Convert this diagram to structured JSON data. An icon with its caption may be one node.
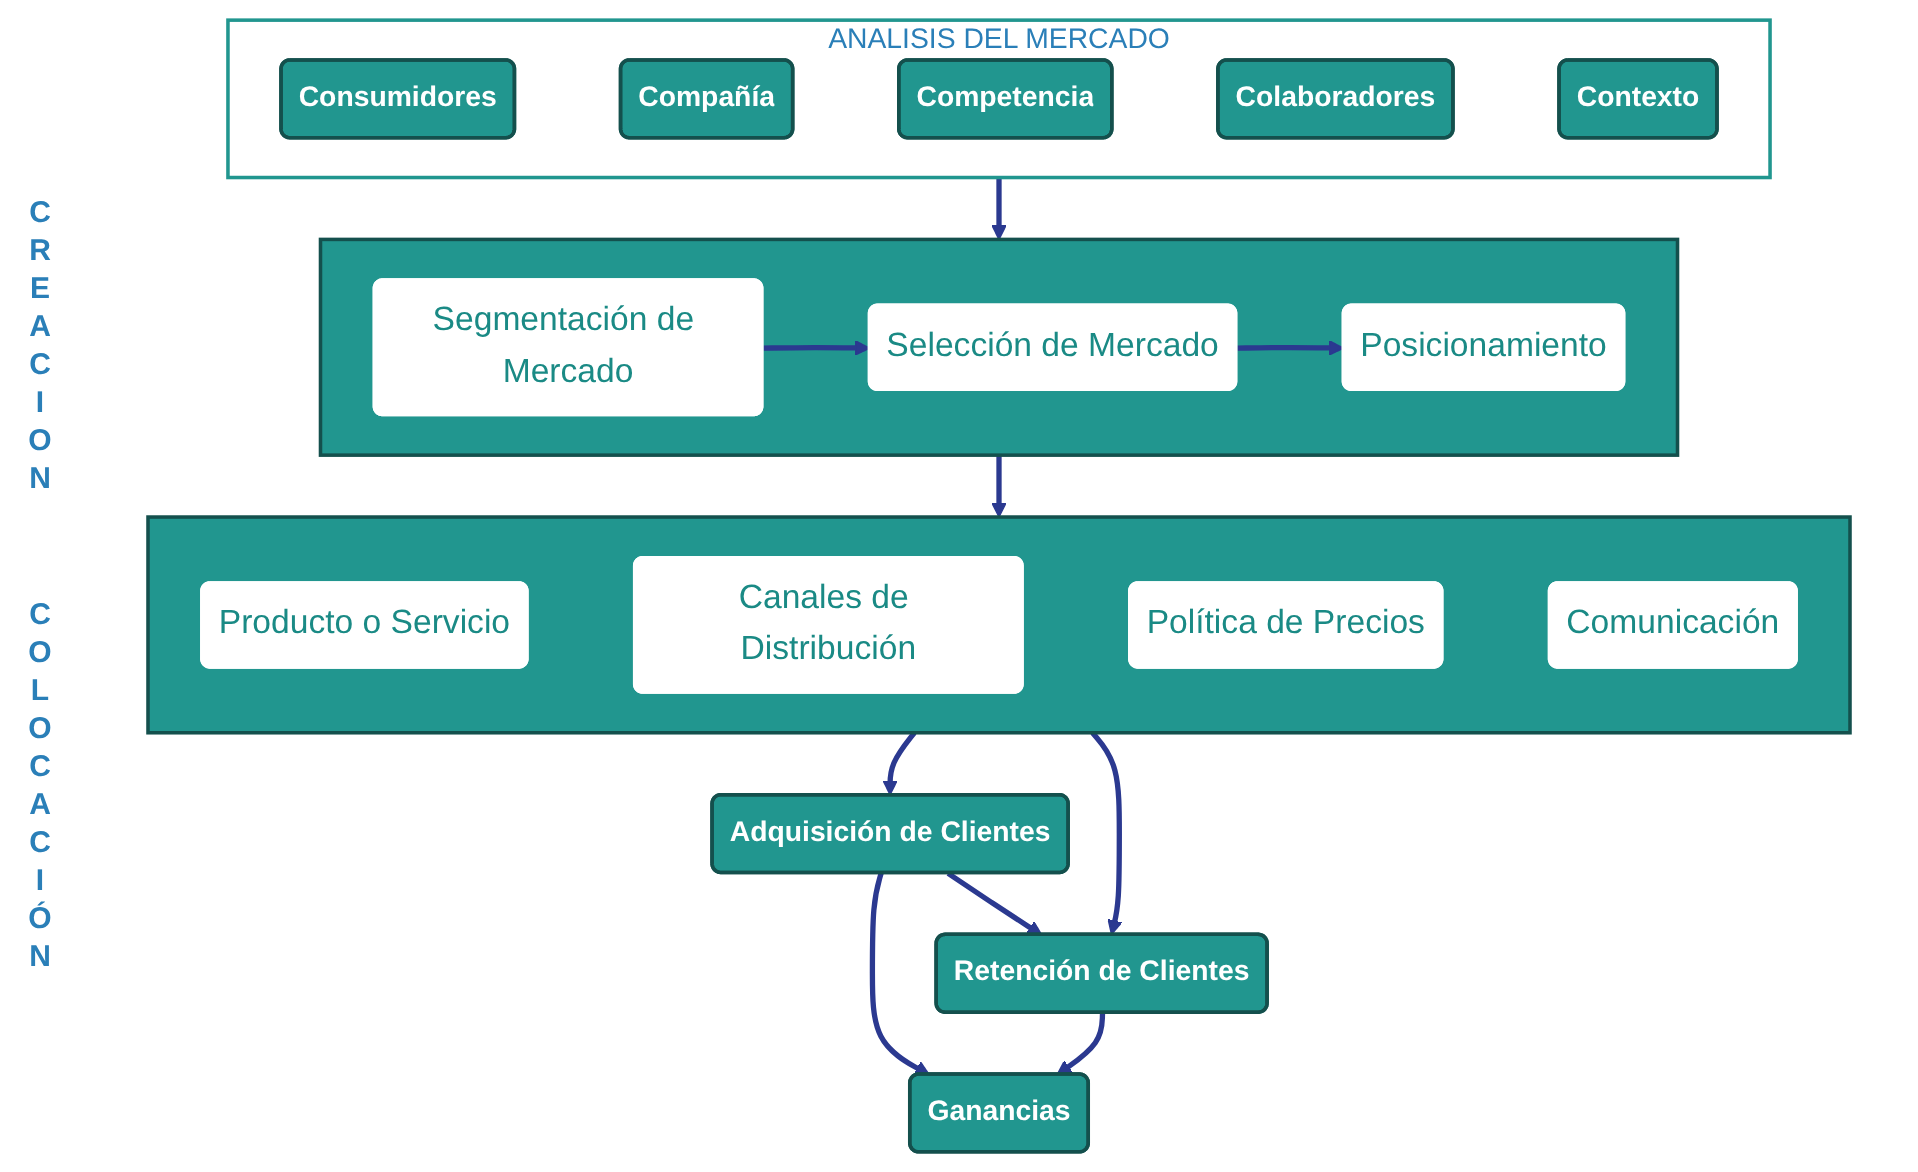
{
  "diagram": {
    "nodes": [
      {
        "text": [
          "ANALISIS DEL MERCADO"
        ]
      },
      {
        "text": [
          "Consumidores"
        ],
        "in": 0
      },
      {
        "text": [
          "Compañía"
        ],
        "in": 0
      },
      {
        "text": [
          "Competencia"
        ],
        "in": 0
      },
      {
        "text": [
          "Colaboradores"
        ],
        "in": 0
      },
      {
        "text": [
          "Contexto"
        ],
        "in": 0
      },
      {
        "text": [],
        "shape": "box"
      },
      {
        "text": [
          "Segmentación de Mercado"
        ],
        "in": 6
      },
      {
        "text": [
          "Selección de Mercado"
        ],
        "in": 6
      },
      {
        "text": [
          "Posicionamiento"
        ],
        "in": 6
      },
      {
        "text": [],
        "shape": "box"
      },
      {
        "text": [
          "Producto o Servicio"
        ],
        "in": 10
      },
      {
        "text": [
          "Canales de Distribución"
        ],
        "in": 10
      },
      {
        "text": [
          "Política de Precios"
        ],
        "in": 10
      },
      {
        "text": [
          "Comunicación"
        ],
        "in": 10
      },
      {
        "text": [
          "Adquisición de Clientes"
        ]
      },
      {
        "text": [
          "Retención de Clientes"
        ]
      },
      {
        "text": [
          "Ganancias"
        ]
      }
    ],
    "edges": [
      {
        "from": 0,
        "to": 6,
        "arrow": "to"
      },
      {
        "from": 7,
        "to": 8,
        "arrow": "to"
      },
      {
        "from": 8,
        "to": 9,
        "arrow": "to"
      },
      {
        "from": 6,
        "to": 10,
        "arrow": "to"
      },
      {
        "from": 10,
        "to": 15,
        "arrow": "to"
      },
      {
        "from": 10,
        "to": 16,
        "arrow": "to"
      },
      {
        "from": 15,
        "to": 16,
        "arrow": "to"
      },
      {
        "from": 15,
        "to": 17,
        "arrow": "to"
      },
      {
        "from": 16,
        "to": 17,
        "arrow": "to"
      }
    ],
    "labels": [
      "CREACION",
      "COLOCACIÓN"
    ]
  }
}
